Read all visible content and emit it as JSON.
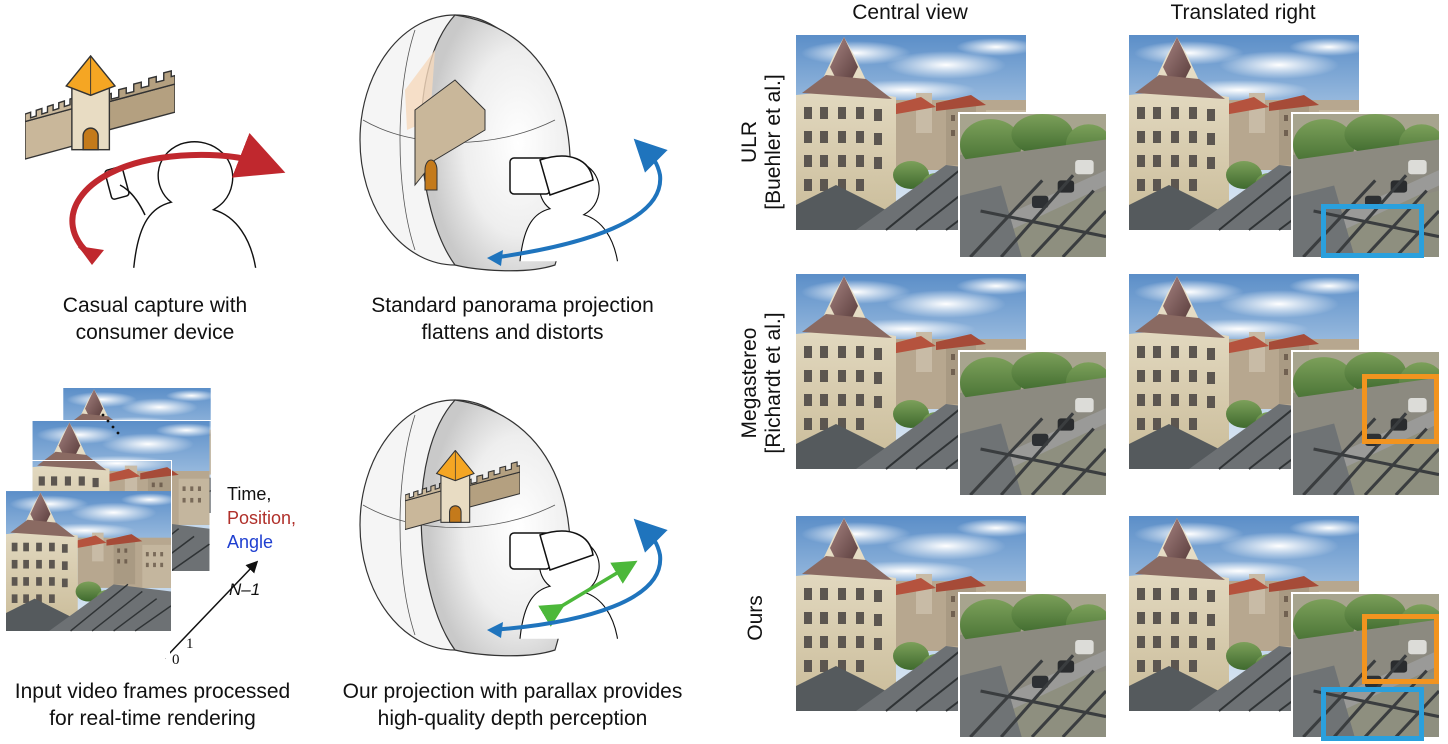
{
  "panels": {
    "capture_caption_1": "Casual capture with",
    "capture_caption_2": "consumer device",
    "standard_caption_1": "Standard panorama projection",
    "standard_caption_2": "flattens and distorts",
    "input_caption_1": "Input video frames processed",
    "input_caption_2": "for real-time rendering",
    "ours_caption_1": "Our projection with parallax provides",
    "ours_caption_2": "high-quality depth perception"
  },
  "axis": {
    "time": "Time,",
    "position": "Position,",
    "angle": "Angle",
    "n_minus_1": "N–1",
    "one": "1",
    "zero": "0",
    "position_color": "#b0302a",
    "angle_color": "#1f3fd0"
  },
  "comparison": {
    "col_central": "Central view",
    "col_translated": "Translated right",
    "row_ulr_1": "ULR",
    "row_ulr_2": "[Buehler et al.]",
    "row_mega_1": "Megastereo",
    "row_mega_2": "[Richardt et al.]",
    "row_ours": "Ours"
  },
  "colors": {
    "red_arrow": "#c0282e",
    "blue_arrow": "#1f74bd",
    "green_arrow": "#4cb83a",
    "orange_box": "#f2941f",
    "cyan_box": "#2aa0dd",
    "castle_roof": "#f5a623"
  }
}
